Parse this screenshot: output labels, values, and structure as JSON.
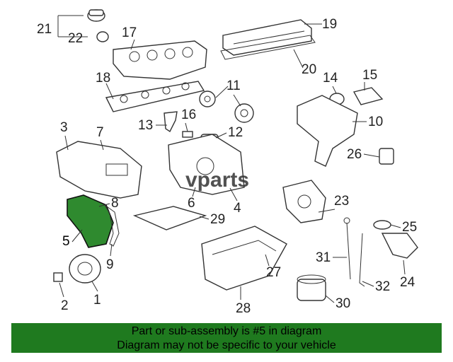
{
  "diagram": {
    "watermark": "vparts",
    "highlighted_part": "5",
    "highlight_color": "#2f8a2f",
    "callouts": [
      "1",
      "2",
      "3",
      "4",
      "5",
      "6",
      "7",
      "8",
      "9",
      "10",
      "11",
      "12",
      "13",
      "14",
      "15",
      "16",
      "17",
      "18",
      "19",
      "20",
      "21",
      "22",
      "23",
      "24",
      "25",
      "26",
      "27",
      "28",
      "29",
      "30",
      "31",
      "32"
    ]
  },
  "footer": {
    "line1": "Part or sub-assembly is #5 in diagram",
    "line2": "Diagram may not be specific to your vehicle",
    "background": "#1f7a1f"
  }
}
